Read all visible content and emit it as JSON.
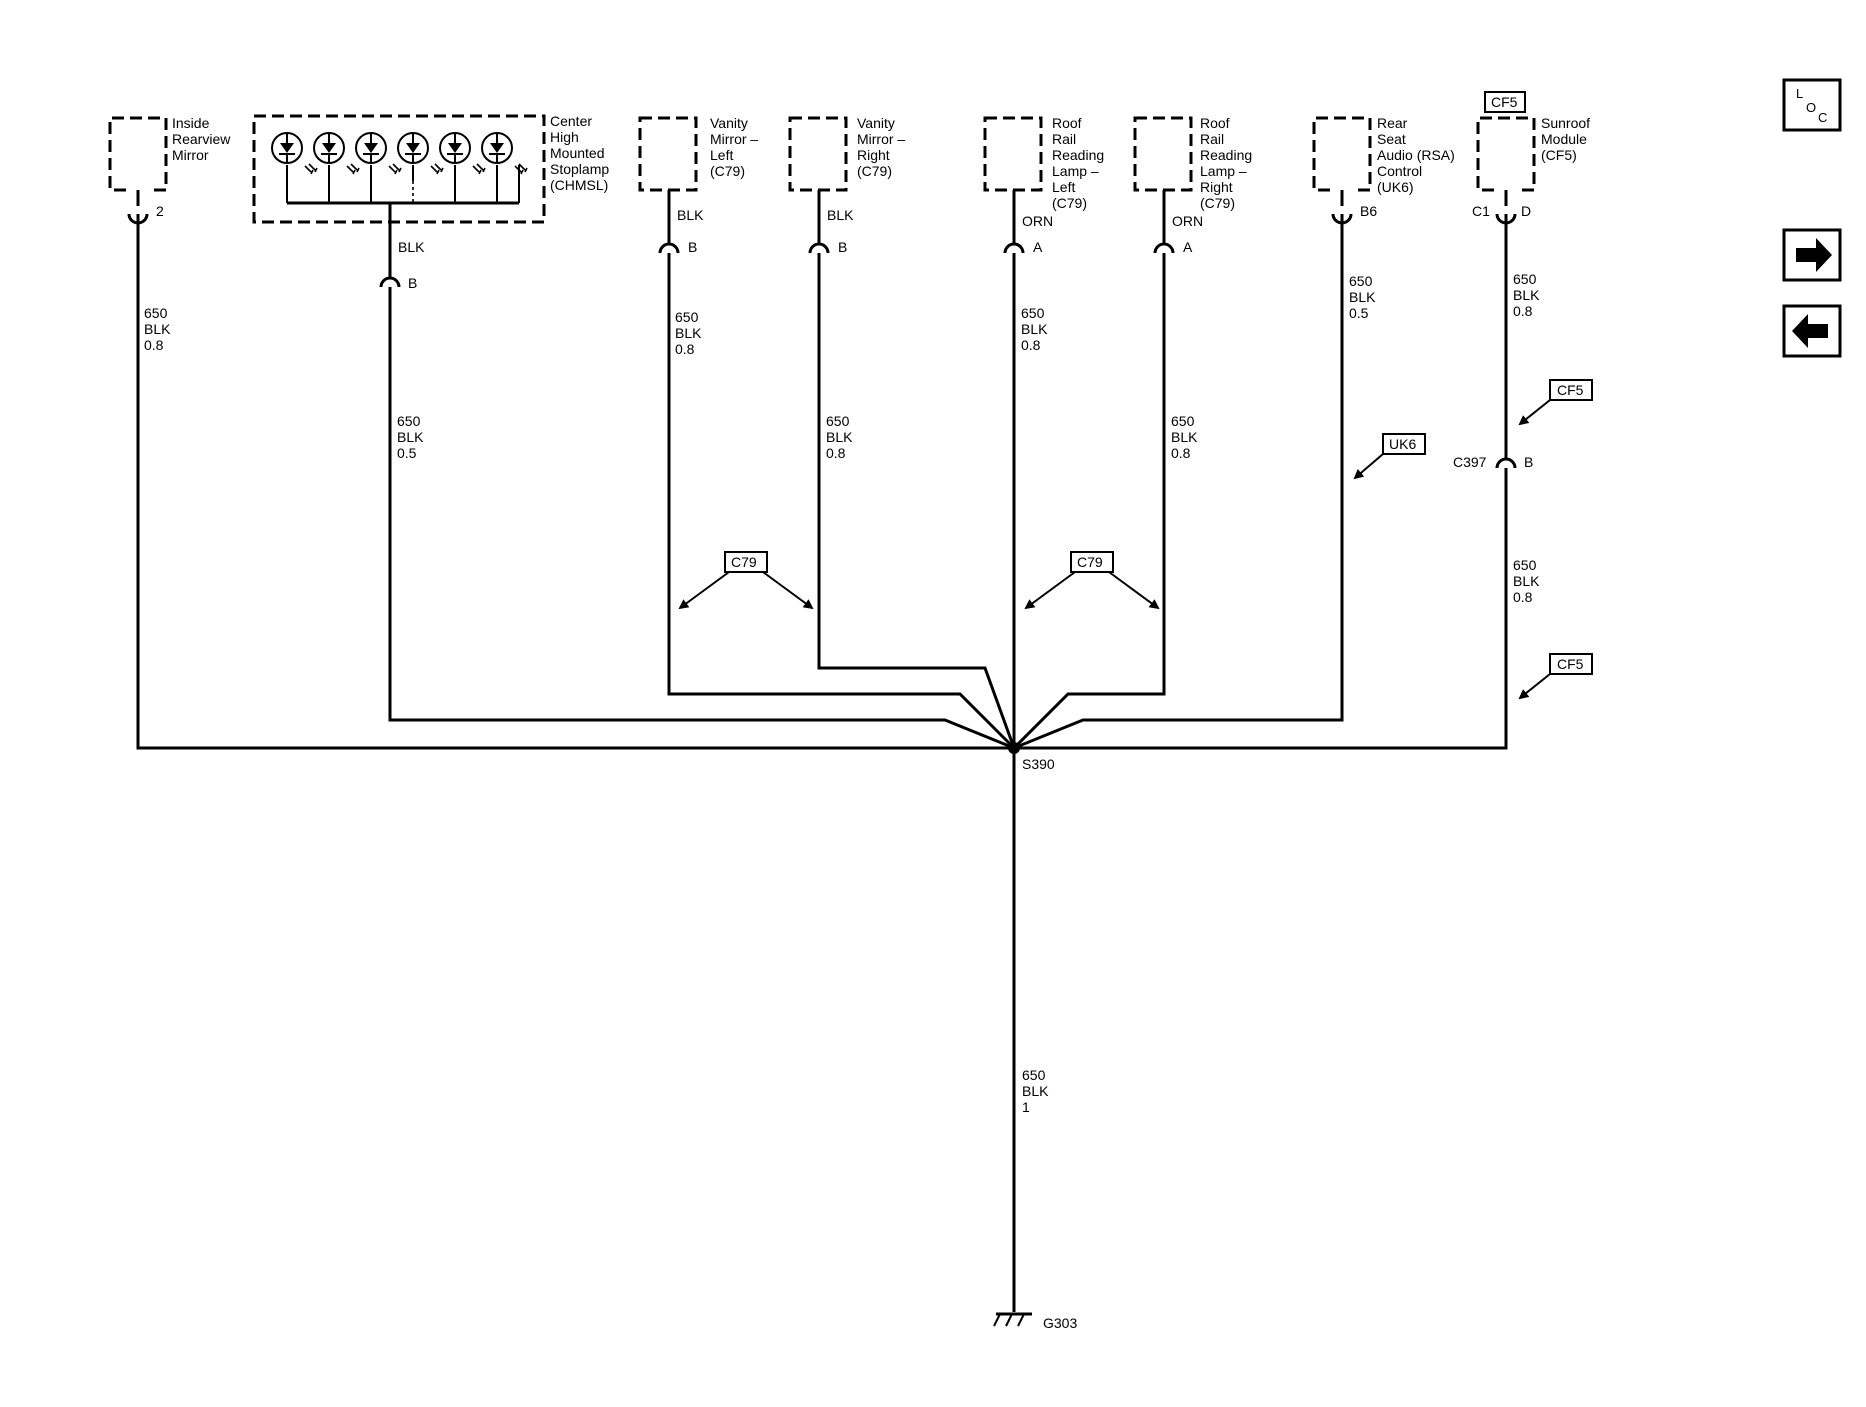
{
  "components": {
    "inside_mirror": [
      "Inside",
      "Rearview",
      "Mirror"
    ],
    "chmsl": [
      "Center",
      "High",
      "Mounted",
      "Stoplamp",
      "(CHMSL)"
    ],
    "vanity_left": [
      "Vanity",
      "Mirror –",
      "Left",
      "(C79)"
    ],
    "vanity_right": [
      "Vanity",
      "Mirror –",
      "Right",
      "(C79)"
    ],
    "roof_left": [
      "Roof",
      "Rail",
      "Reading",
      "Lamp –",
      "Left",
      "(C79)"
    ],
    "roof_right": [
      "Roof",
      "Rail",
      "Reading",
      "Lamp –",
      "Right",
      "(C79)"
    ],
    "rsa": [
      "Rear",
      "Seat",
      "Audio (RSA)",
      "Control",
      "(UK6)"
    ],
    "sunroof": [
      "Sunroof",
      "Module",
      "(CF5)"
    ]
  },
  "pins": {
    "inside_mirror": "2",
    "chmsl": "B",
    "vanity_left": "B",
    "vanity_right": "B",
    "roof_left": "A",
    "roof_right": "A",
    "rsa": "B6",
    "sunroof_c1": "C1",
    "sunroof_d": "D",
    "c397_pin": "B"
  },
  "wire_colors": {
    "chmsl": "BLK",
    "vanity_left": "BLK",
    "vanity_right": "BLK",
    "roof_left": "ORN",
    "roof_right": "ORN"
  },
  "wire_specs": {
    "inside_mirror": [
      "650",
      "BLK",
      "0.8"
    ],
    "chmsl": [
      "650",
      "BLK",
      "0.5"
    ],
    "vanity_left": [
      "650",
      "BLK",
      "0.8"
    ],
    "vanity_right": [
      "650",
      "BLK",
      "0.8"
    ],
    "roof_left": [
      "650",
      "BLK",
      "0.8"
    ],
    "roof_right": [
      "650",
      "BLK",
      "0.8"
    ],
    "rsa": [
      "650",
      "BLK",
      "0.5"
    ],
    "sunroof_upper": [
      "650",
      "BLK",
      "0.8"
    ],
    "sunroof_lower": [
      "650",
      "BLK",
      "0.8"
    ],
    "ground": [
      "650",
      "BLK",
      "1"
    ]
  },
  "tags": {
    "cf5_top": "CF5",
    "cf5_mid": "CF5",
    "cf5_low": "CF5",
    "uk6": "UK6",
    "c79_left": "C79",
    "c79_right": "C79"
  },
  "connector": {
    "c397": "C397"
  },
  "splice": "S390",
  "ground": "G303",
  "nav": {
    "loc_letters": [
      "L",
      "O",
      "C"
    ],
    "forward_icon": "arrow-right-icon",
    "back_icon": "arrow-left-icon"
  }
}
